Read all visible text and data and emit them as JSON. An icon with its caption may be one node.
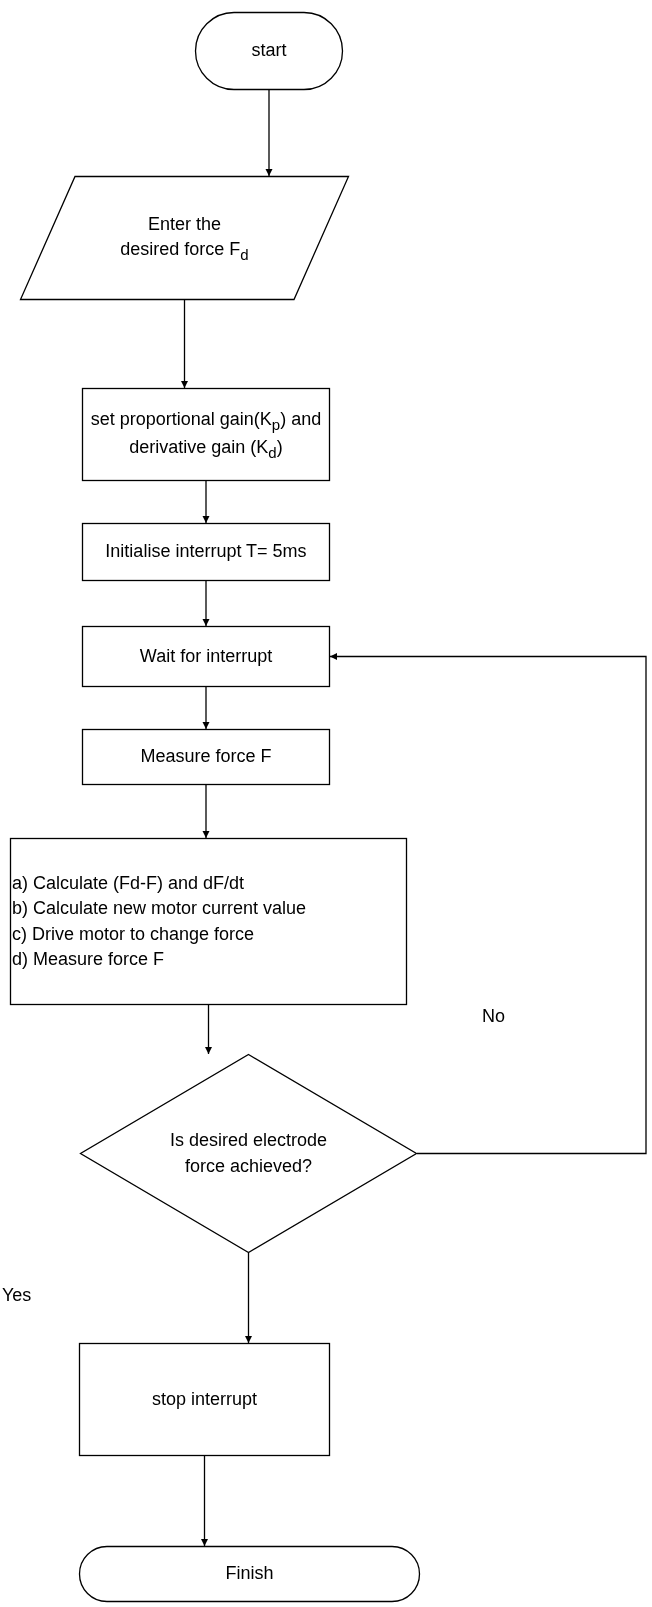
{
  "diagram": {
    "nodes": [
      {
        "text": [
          "start"
        ]
      },
      {
        "text": [
          "Enter the desired force F$_{d}$"
        ]
      },
      {
        "text": [
          "set proportional gain(K$_{p}$) and derivative gain (K$_{d}$)"
        ]
      },
      {
        "text": [
          "Initialise interrupt T= 5ms"
        ]
      },
      {
        "text": [
          "Wait for interrupt"
        ]
      },
      {
        "text": [
          "Measure force F"
        ]
      },
      {
        "text": [
          "a) Calculate (Fd-F) and dF/dt",
          "b) Calculate new motor current value",
          "c) Drive motor to change force",
          "d) Measure force F"
        ]
      },
      {
        "text": [
          "Is desired electrode force achieved?"
        ]
      },
      {
        "text": [
          "stop interrupt"
        ]
      },
      {
        "text": [
          "Finish"
        ]
      }
    ],
    "edges": [
      {
        "from": 0,
        "to": 1,
        "arrow": "to"
      },
      {
        "from": 1,
        "to": 2,
        "arrow": "to"
      },
      {
        "from": 2,
        "to": 3,
        "arrow": "to"
      },
      {
        "from": 3,
        "to": 4,
        "arrow": "to"
      },
      {
        "from": 4,
        "to": 5,
        "arrow": "to"
      },
      {
        "from": 5,
        "to": 6,
        "arrow": "to"
      },
      {
        "from": 6,
        "to": 7,
        "arrow": "to"
      },
      {
        "from": 7,
        "to": 8,
        "arrow": "to"
      },
      {
        "from": 8,
        "to": 9,
        "arrow": "to"
      },
      {
        "from": 7,
        "to": 4,
        "arrow": "to"
      }
    ],
    "labels": [
      "No",
      "Yes"
    ]
  }
}
